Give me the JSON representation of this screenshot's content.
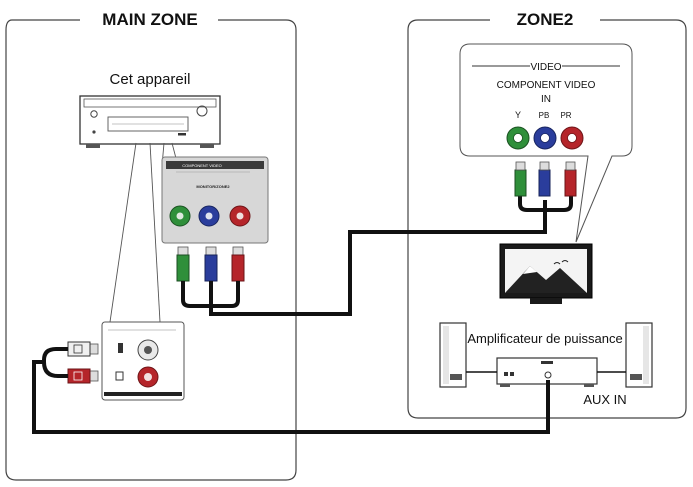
{
  "main_zone": {
    "title": "MAIN ZONE",
    "device_label": "Cet appareil",
    "component_panel": {
      "header": "COMPONENT VIDEO",
      "sub": "MONITOR/ZONE2"
    }
  },
  "zone2": {
    "title": "ZONE2",
    "tv_callout": {
      "section": "VIDEO",
      "label_line1": "COMPONENT VIDEO",
      "label_line2": "IN",
      "jacks": [
        "Y",
        "PB",
        "PR"
      ]
    },
    "amp_label": "Amplificateur de puissance",
    "aux_label": "AUX IN"
  },
  "colors": {
    "green": "#2f8f3a",
    "blue": "#2a3d9c",
    "red": "#b5252a",
    "cable": "#111111",
    "panel_gray": "#d7d7d7"
  }
}
